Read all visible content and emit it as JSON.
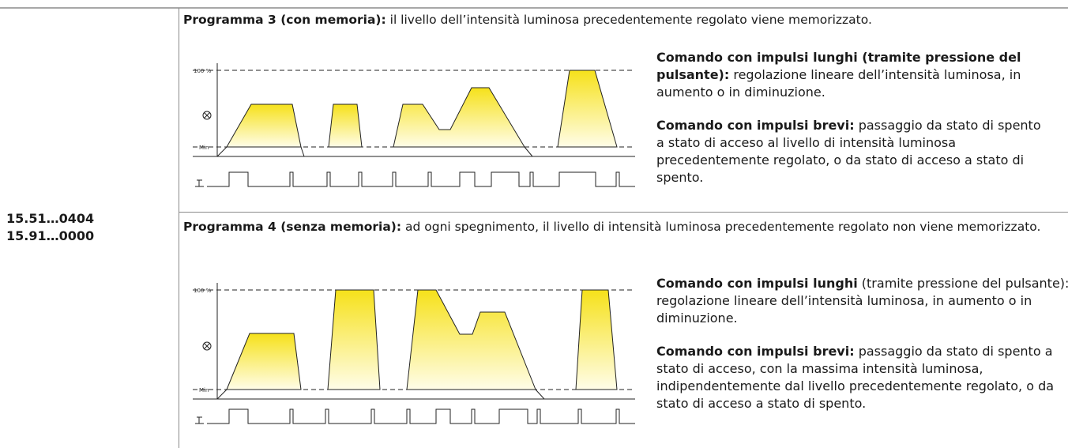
{
  "product_codes": [
    "15.51…0404",
    "15.91…0000"
  ],
  "program3": {
    "title": "Programma 3 (con memoria):",
    "text": " il livello dell’intensità luminosa precedentemente regolato viene memorizzato.",
    "long_title": "Comando con impulsi lunghi (tramite pressione del pulsante):",
    "long_text": " regolazione lineare dell’intensità luminosa, in aumento o in diminuzione.",
    "short_title": "Comando con impulsi brevi:",
    "short_text": " passaggio da stato di spento a stato di acceso al livello di intensità luminosa precedentemente regolato, o da stato di acceso a stato di spento."
  },
  "program4": {
    "title": "Programma 4 (senza memoria):",
    "text": " ad ogni spegnimento, il livello di intensità luminosa precedentemente regolato non viene memorizzato.",
    "long_title": "Comando con impulsi lunghi",
    "long_text": " (tramite pressione del pulsante): regolazione lineare dell’intensità luminosa, in aumento o in diminuzione.",
    "short_title": "Comando con impulsi brevi:",
    "short_text": " passaggio da stato di spento a stato di acceso, con la massima intensità luminosa, indipendentemente dal livello precedentemente regolato, o da stato di acceso a stato di spento."
  },
  "diagram_labels": {
    "max": "100 %",
    "min": "Min"
  },
  "diagram_colors": {
    "fill_top": "#f6e11a",
    "fill_bottom": "#fffde8",
    "line": "#222222"
  },
  "icons": {
    "lamp": "lamp-icon",
    "pushbutton": "pushbutton-icon"
  }
}
